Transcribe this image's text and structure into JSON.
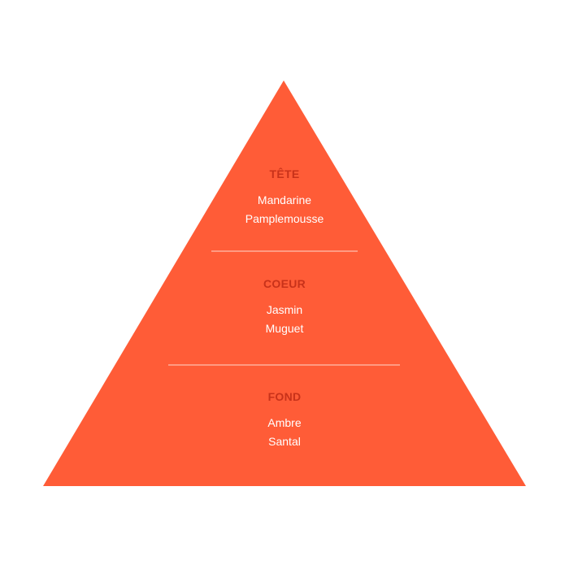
{
  "colors": {
    "background": "#ffffff",
    "pyramid_fill": "#ff5c37",
    "title_color": "#c8321a",
    "note_color": "#ffffff",
    "divider_color": "#ffd9cc"
  },
  "pyramid": {
    "tiers": [
      {
        "title": "TÊTE",
        "notes": [
          "Mandarine",
          "Pamplemousse"
        ]
      },
      {
        "title": "COEUR",
        "notes": [
          "Jasmin",
          "Muguet"
        ]
      },
      {
        "title": "FOND",
        "notes": [
          "Ambre",
          "Santal"
        ]
      }
    ]
  }
}
